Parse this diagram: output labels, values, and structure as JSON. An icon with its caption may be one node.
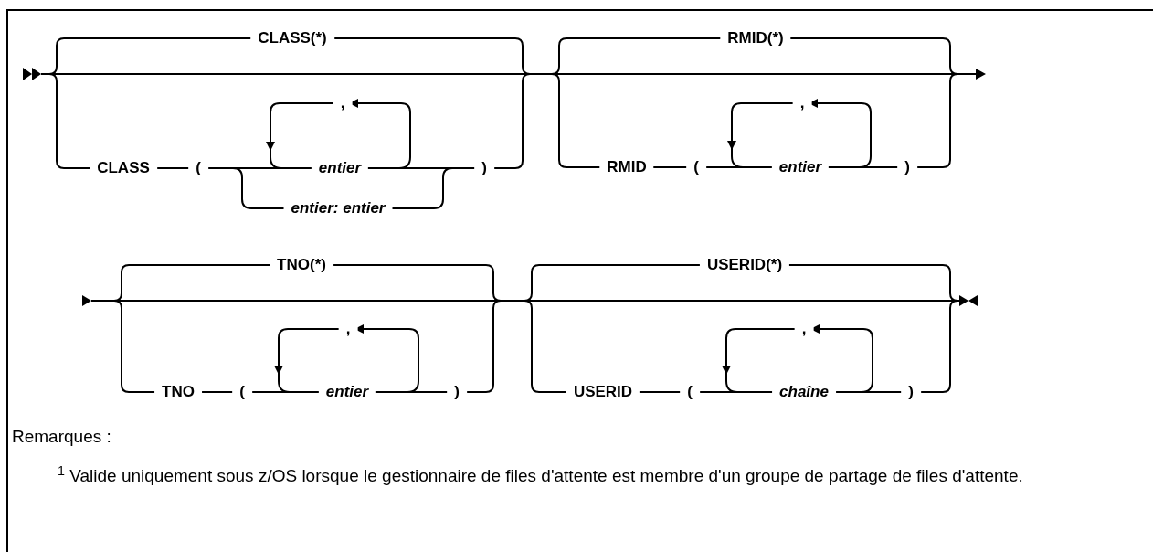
{
  "diagram": {
    "labels": [
      "CLASS(*)",
      ",",
      "CLASS",
      "(",
      "entier",
      ")",
      "entier: entier",
      "RMID(*)",
      ",",
      "RMID",
      "(",
      "entier",
      ")",
      "TNO(*)",
      ",",
      "TNO",
      "(",
      "entier",
      ")",
      "USERID(*)",
      ",",
      "USERID",
      "(",
      "chaîne",
      ")",
      "Remarques :",
      "$^{1}$ Valide uniquement sous z/OS lorsque le gestionnaire de files d'attente est membre d'un groupe de partage de files d'attente."
    ]
  }
}
